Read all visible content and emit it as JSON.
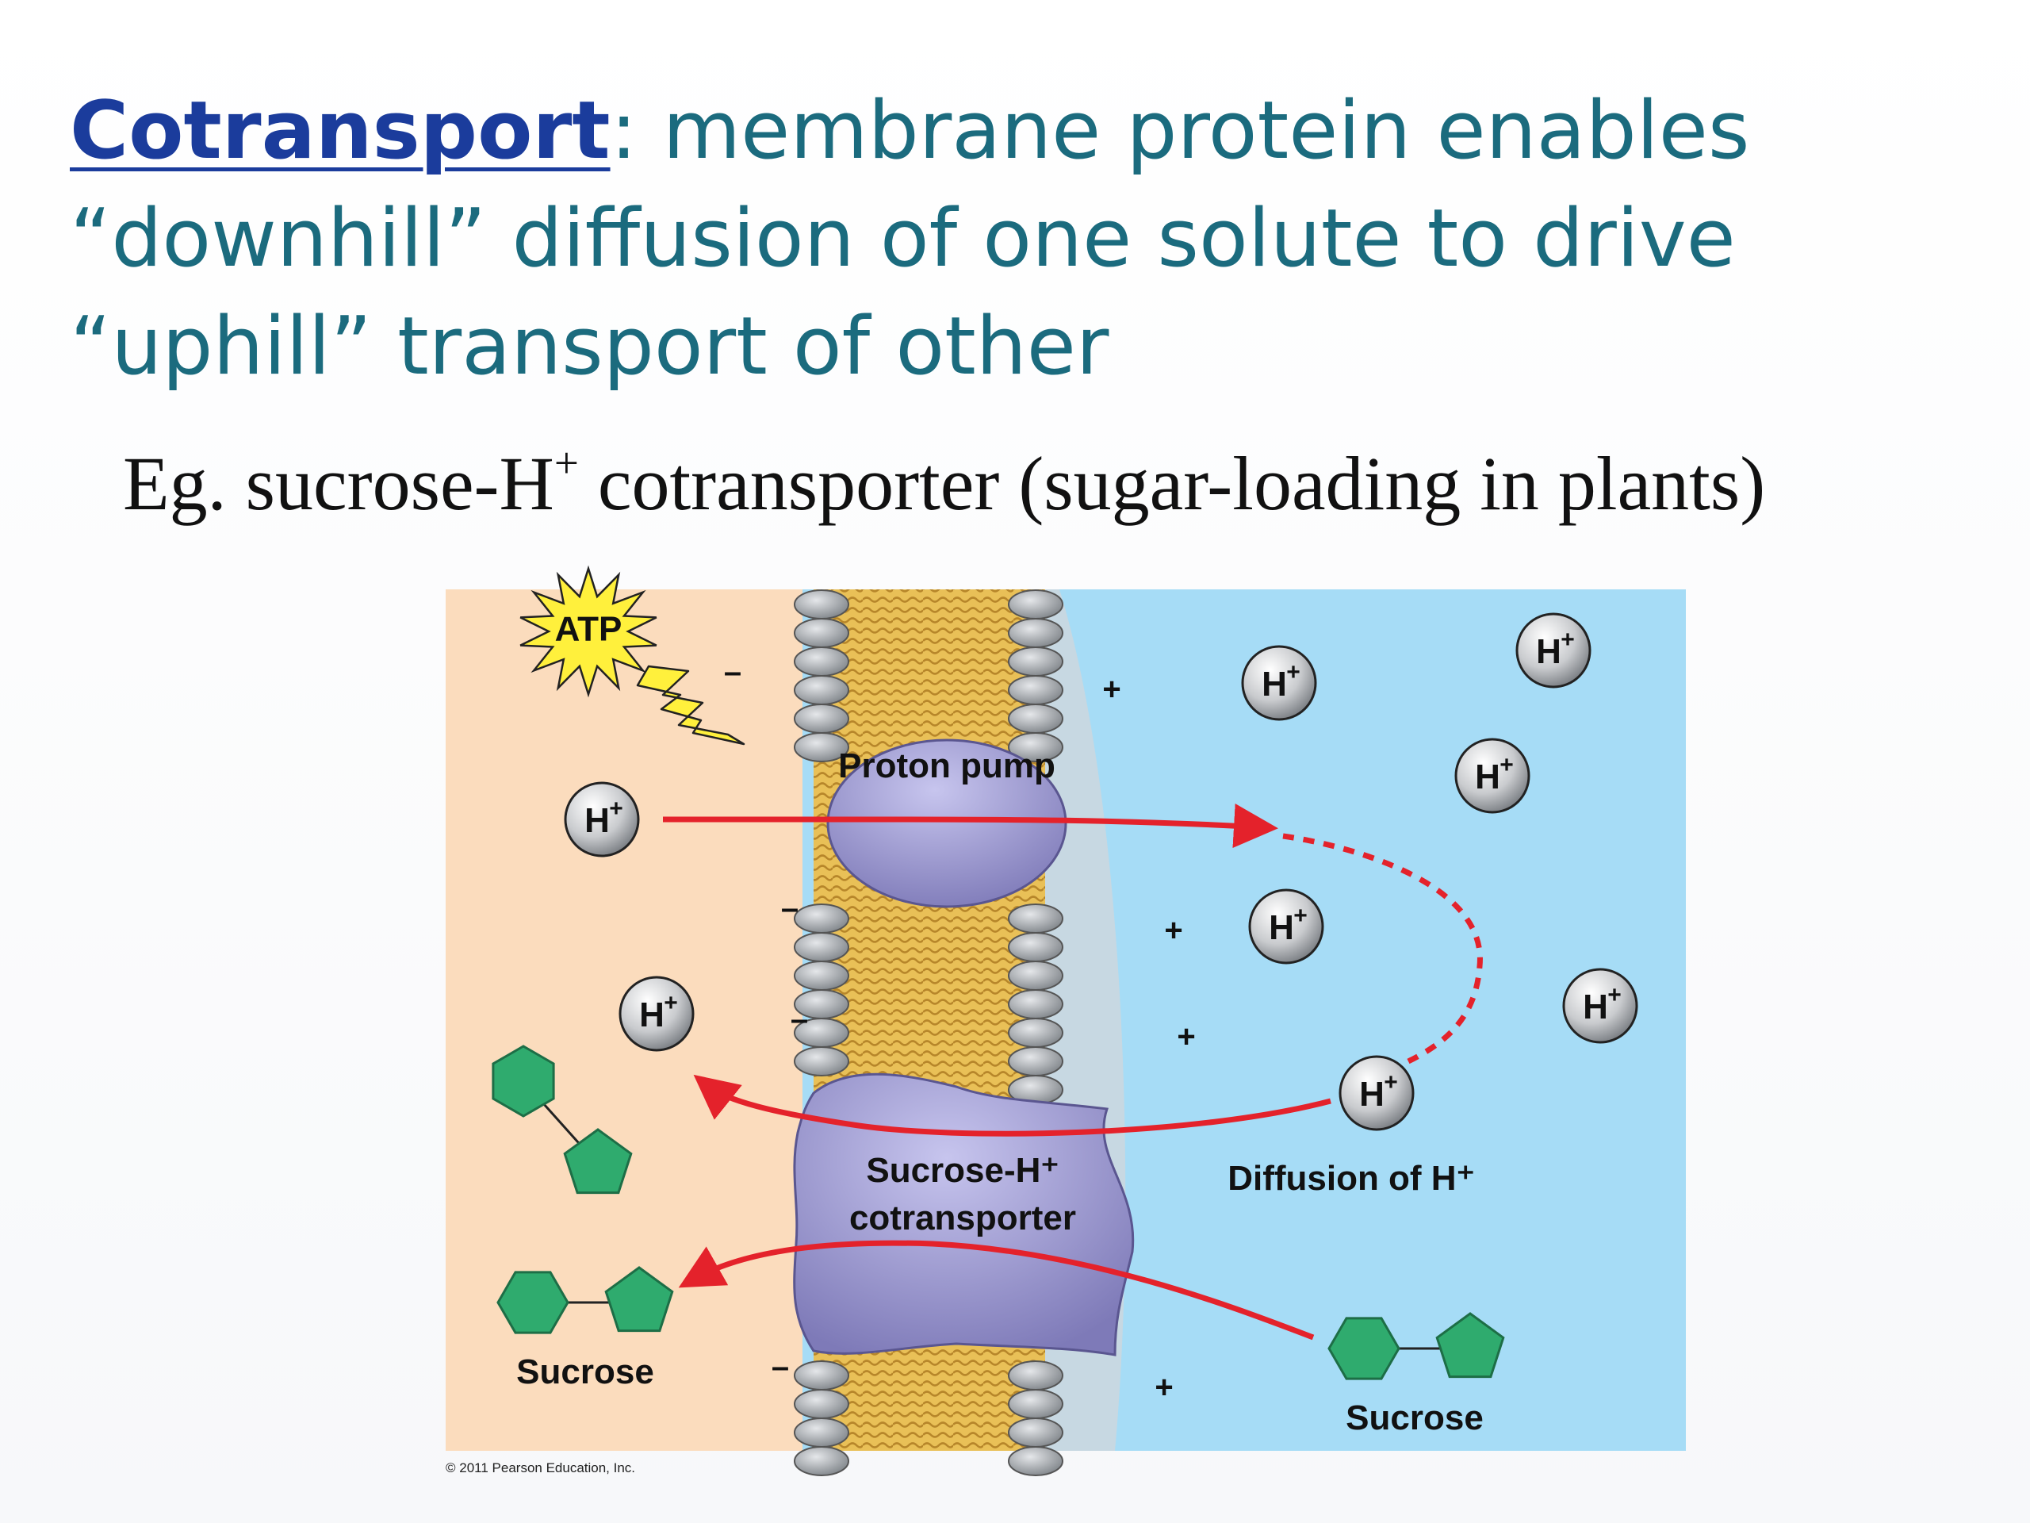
{
  "headline": {
    "term": "Cotransport",
    "colon": ":",
    "text": " membrane protein enables “downhill” diffusion of one solute to drive “uphill” transport of other"
  },
  "subhead": {
    "prefix": "Eg. sucrose-H",
    "sup": "+",
    "suffix": " cotransporter (sugar-loading in plants)"
  },
  "figure": {
    "atp": "ATP",
    "proton_pump": "Proton pump",
    "cotransporter_line1": "Sucrose-H⁺",
    "cotransporter_line2": "cotransporter",
    "diffusion": "Diffusion of H⁺",
    "sucrose_left": "Sucrose",
    "sucrose_right": "Sucrose",
    "ion": "H",
    "ion_charge": "+",
    "minus": "–",
    "plus": "+",
    "copyright": "© 2011 Pearson Education, Inc.",
    "colors": {
      "cytoplasm": "#fbdcbd",
      "exterior": "#a6dcf6",
      "protein": "#9d9ad2",
      "arrow": "#e4222b",
      "sucrose": "#2fab6e",
      "atp_burst": "#fff03c",
      "lipid_tail": "#e9c057",
      "headgroup": "#9ea2a6"
    }
  }
}
